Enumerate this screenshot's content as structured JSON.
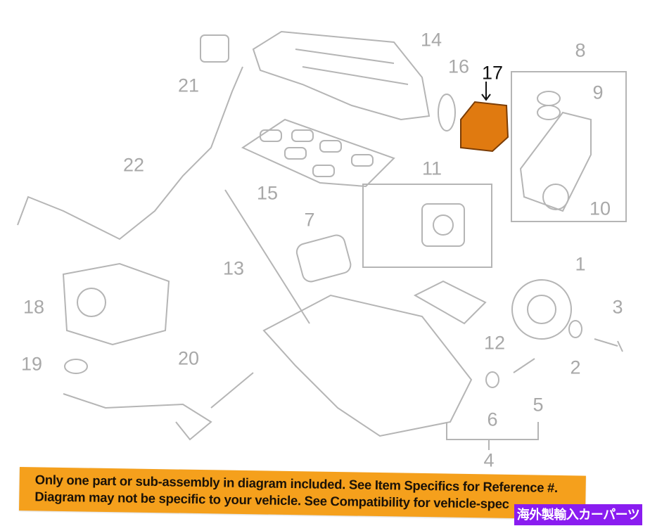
{
  "callouts": [
    {
      "id": "1",
      "label": "1"
    },
    {
      "id": "2",
      "label": "2"
    },
    {
      "id": "3",
      "label": "3"
    },
    {
      "id": "4",
      "label": "4"
    },
    {
      "id": "5",
      "label": "5"
    },
    {
      "id": "6",
      "label": "6"
    },
    {
      "id": "7",
      "label": "7"
    },
    {
      "id": "8",
      "label": "8"
    },
    {
      "id": "9",
      "label": "9"
    },
    {
      "id": "10",
      "label": "10"
    },
    {
      "id": "11",
      "label": "11"
    },
    {
      "id": "12",
      "label": "12"
    },
    {
      "id": "13",
      "label": "13"
    },
    {
      "id": "14",
      "label": "14"
    },
    {
      "id": "15",
      "label": "15"
    },
    {
      "id": "16",
      "label": "16"
    },
    {
      "id": "17",
      "label": "17"
    },
    {
      "id": "18",
      "label": "18"
    },
    {
      "id": "19",
      "label": "19"
    },
    {
      "id": "20",
      "label": "20"
    },
    {
      "id": "21",
      "label": "21"
    },
    {
      "id": "22",
      "label": "22"
    }
  ],
  "highlighted_part": "17",
  "colors": {
    "highlight": "#e07a10",
    "parts": "#b5b5b5",
    "banner": "#f5a01c",
    "badge": "#8a1cf0"
  },
  "banner": {
    "line1": "Only one part or sub-assembly in diagram included. See Item Specifics for Reference #.",
    "line2": "Diagram may not be specific to your vehicle. See Compatibility for vehicle-spec"
  },
  "badge": "海外製輸入カーパーツ"
}
